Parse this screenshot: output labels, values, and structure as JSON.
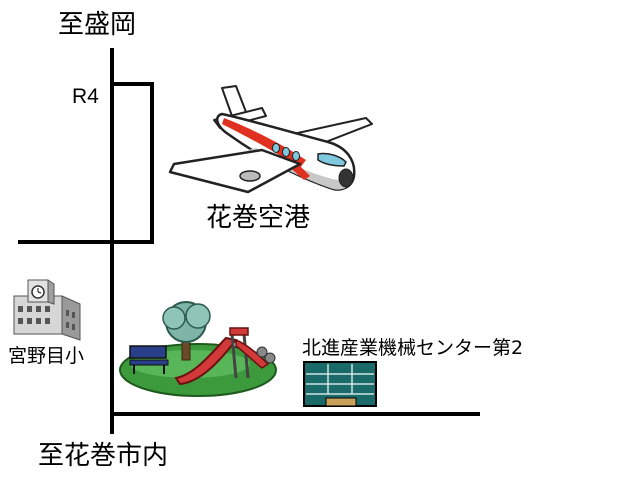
{
  "labels": {
    "north_direction": "至盛岡",
    "route": "R4",
    "airport": "花巻空港",
    "school": "宮野目小",
    "center": "北進産業機械センター第2",
    "south_direction": "至花巻市内"
  },
  "icons": {
    "airport": "airplane-icon",
    "school": "school-building-icon",
    "park": "park-playground-icon",
    "center": "building-icon"
  },
  "colors": {
    "road": "#000000",
    "grass": "#3c9a3c",
    "slide": "#d23a3a",
    "plane_stripe": "#e03020",
    "building_window": "#1a6a6a"
  }
}
